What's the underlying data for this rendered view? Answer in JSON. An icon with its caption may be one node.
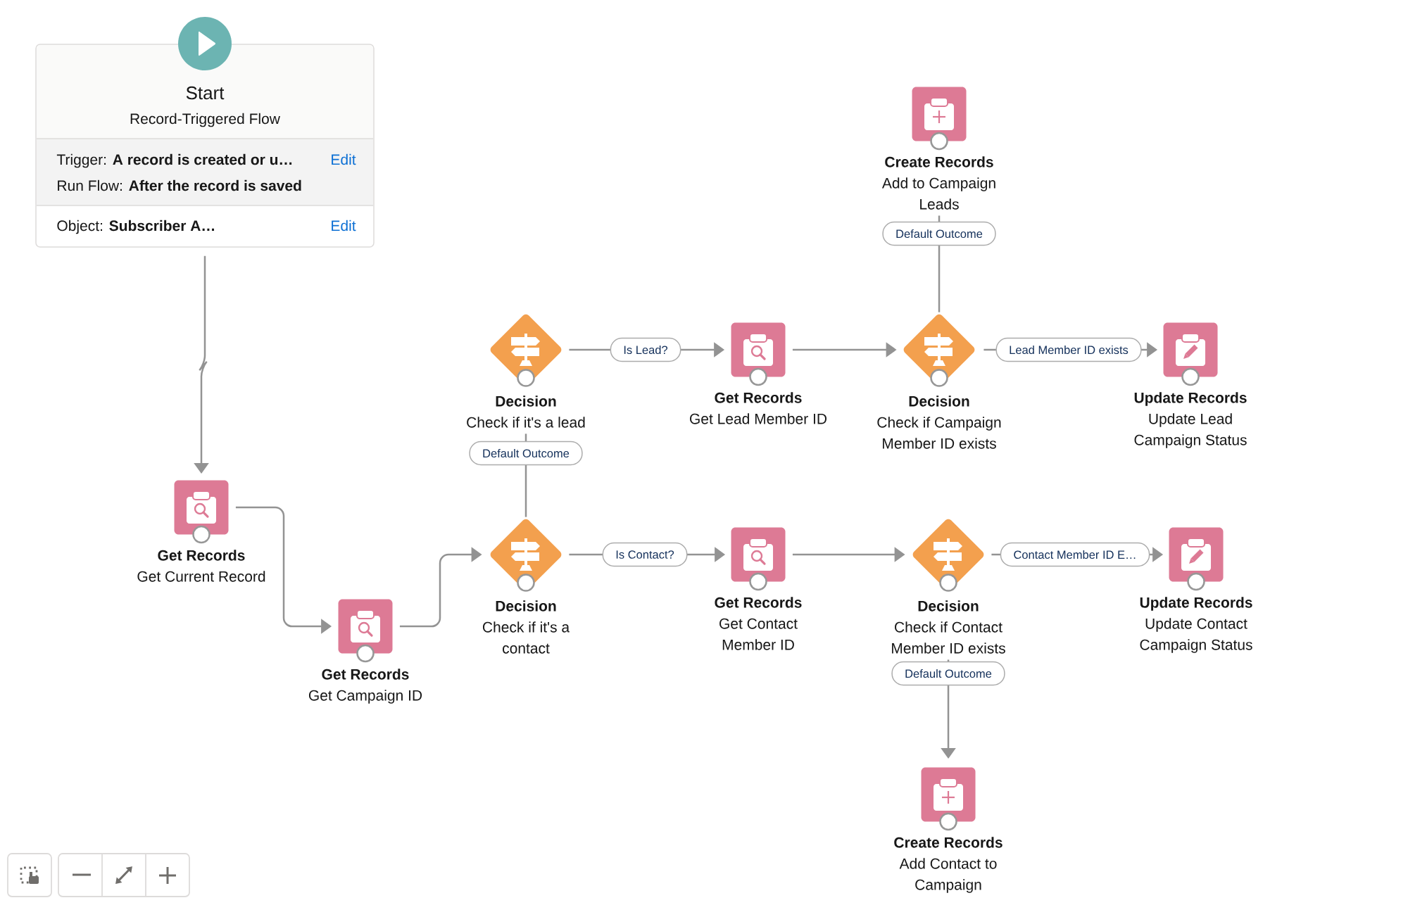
{
  "diagram": {
    "nodes": [
      {
        "text": [
          "Start",
          "Record-Triggered Flow",
          "Trigger: **A record is created or u…**",
          "Edit",
          "Run Flow: **After the record is saved**",
          "Object: **Subscriber A…**",
          "Edit"
        ]
      },
      {
        "text": [
          "Get Records",
          "Get Current Record"
        ]
      },
      {
        "text": [
          "Get Records",
          "Get Campaign ID"
        ]
      },
      {
        "text": [
          "Decision",
          "Check if it's a lead"
        ]
      },
      {
        "text": [
          "Decision",
          "Check if it's a contact"
        ]
      },
      {
        "text": [
          "Get Records",
          "Get Lead Member ID"
        ]
      },
      {
        "text": [
          "Get Records",
          "Get Contact Member ID"
        ]
      },
      {
        "text": [
          "Create Records",
          "Add to Campaign Leads"
        ]
      },
      {
        "text": [
          "Decision",
          "Check if Campaign Member ID exists"
        ]
      },
      {
        "text": [
          "Update Records",
          "Update Lead Campaign Status"
        ]
      },
      {
        "text": [
          "Decision",
          "Check if Contact Member ID exists"
        ]
      },
      {
        "text": [
          "Update Records",
          "Update Contact Campaign Status"
        ]
      },
      {
        "text": [
          "Create Records",
          "Add Contact to Campaign"
        ]
      }
    ],
    "edges": [
      {
        "from": 0,
        "to": 1,
        "arrow": "to"
      },
      {
        "from": 1,
        "to": 2,
        "arrow": "to"
      },
      {
        "from": 2,
        "to": 4,
        "arrow": "to"
      },
      {
        "from": 4,
        "to": 3,
        "arrow": "none",
        "label": "Default Outcome"
      },
      {
        "from": 3,
        "to": 5,
        "arrow": "to",
        "label": "Is Lead?"
      },
      {
        "from": 5,
        "to": 8,
        "arrow": "to"
      },
      {
        "from": 8,
        "to": 7,
        "arrow": "none",
        "label": "Default Outcome"
      },
      {
        "from": 8,
        "to": 9,
        "arrow": "to",
        "label": "Lead Member ID exists"
      },
      {
        "from": 4,
        "to": 6,
        "arrow": "to",
        "label": "Is Contact?"
      },
      {
        "from": 6,
        "to": 10,
        "arrow": "to"
      },
      {
        "from": 10,
        "to": 11,
        "arrow": "to",
        "label": "Contact Member ID E…"
      },
      {
        "from": 10,
        "to": 12,
        "arrow": "to",
        "label": "Default Outcome"
      }
    ]
  }
}
